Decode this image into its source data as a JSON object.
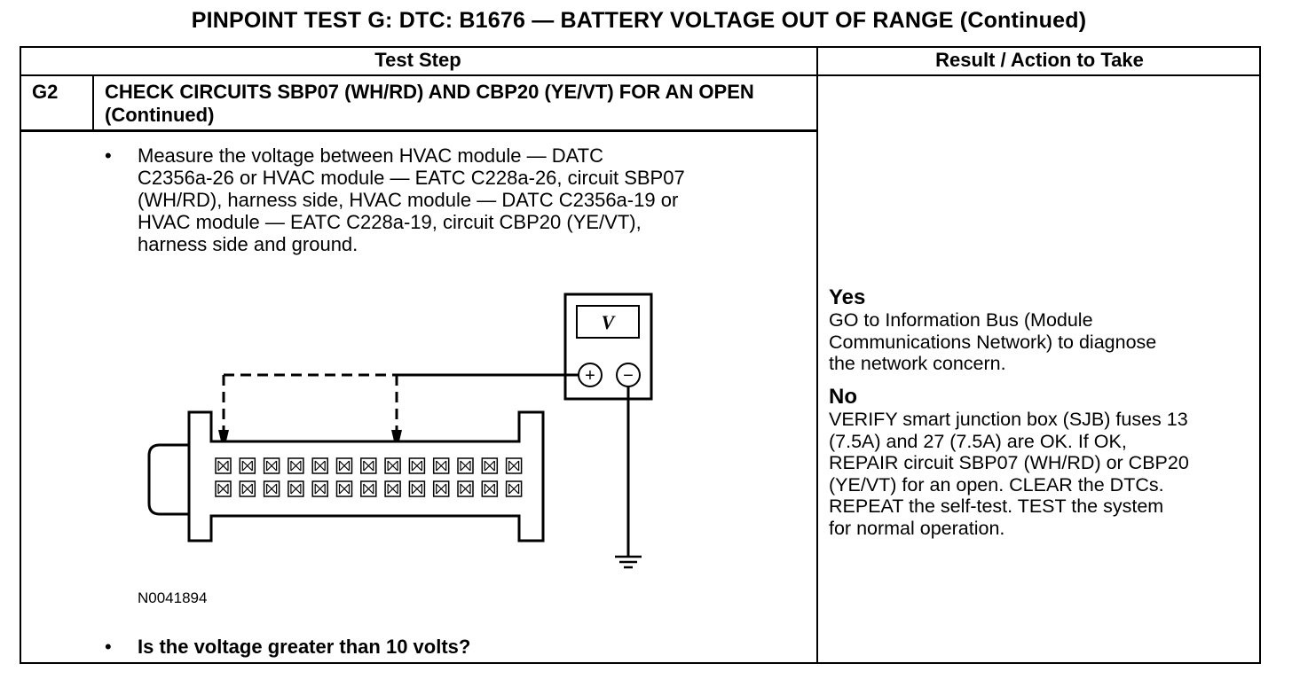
{
  "page": {
    "title": "PINPOINT TEST  G: DTC: B1676 — BATTERY VOLTAGE OUT OF RANGE (Continued)"
  },
  "table": {
    "col_test_step": "Test Step",
    "col_result": "Result / Action to Take",
    "step": {
      "number": "G2",
      "title": "CHECK CIRCUITS SBP07 (WH/RD) AND CBP20 (YE/VT) FOR AN OPEN (Continued)",
      "bullet_symbol": "•",
      "instruction_lines": [
        "Measure the voltage between HVAC module — DATC",
        "C2356a-26 or HVAC module — EATC C228a-26, circuit SBP07",
        "(WH/RD), harness side, HVAC module — DATC  C2356a-19 or",
        "HVAC module — EATC C228a-19, circuit CBP20 (YE/VT),",
        "harness side and ground."
      ],
      "figure_id": "N0041894",
      "question": "Is the voltage greater than 10 volts?"
    },
    "results": [
      {
        "label": "Yes",
        "lines": [
          "GO to Information Bus (Module",
          "Communications Network) to diagnose",
          "the network concern."
        ]
      },
      {
        "label": "No",
        "lines": [
          "VERIFY smart junction box (SJB) fuses 13",
          "(7.5A) and 27 (7.5A) are OK. If OK,",
          "REPAIR circuit SBP07 (WH/RD) or CBP20",
          "(YE/VT) for an open. CLEAR the DTCs.",
          "REPEAT the self-test. TEST the system",
          "for normal operation."
        ]
      }
    ]
  },
  "diagram": {
    "meter_display": "V",
    "plus_symbol": "+",
    "minus_symbol": "−"
  }
}
